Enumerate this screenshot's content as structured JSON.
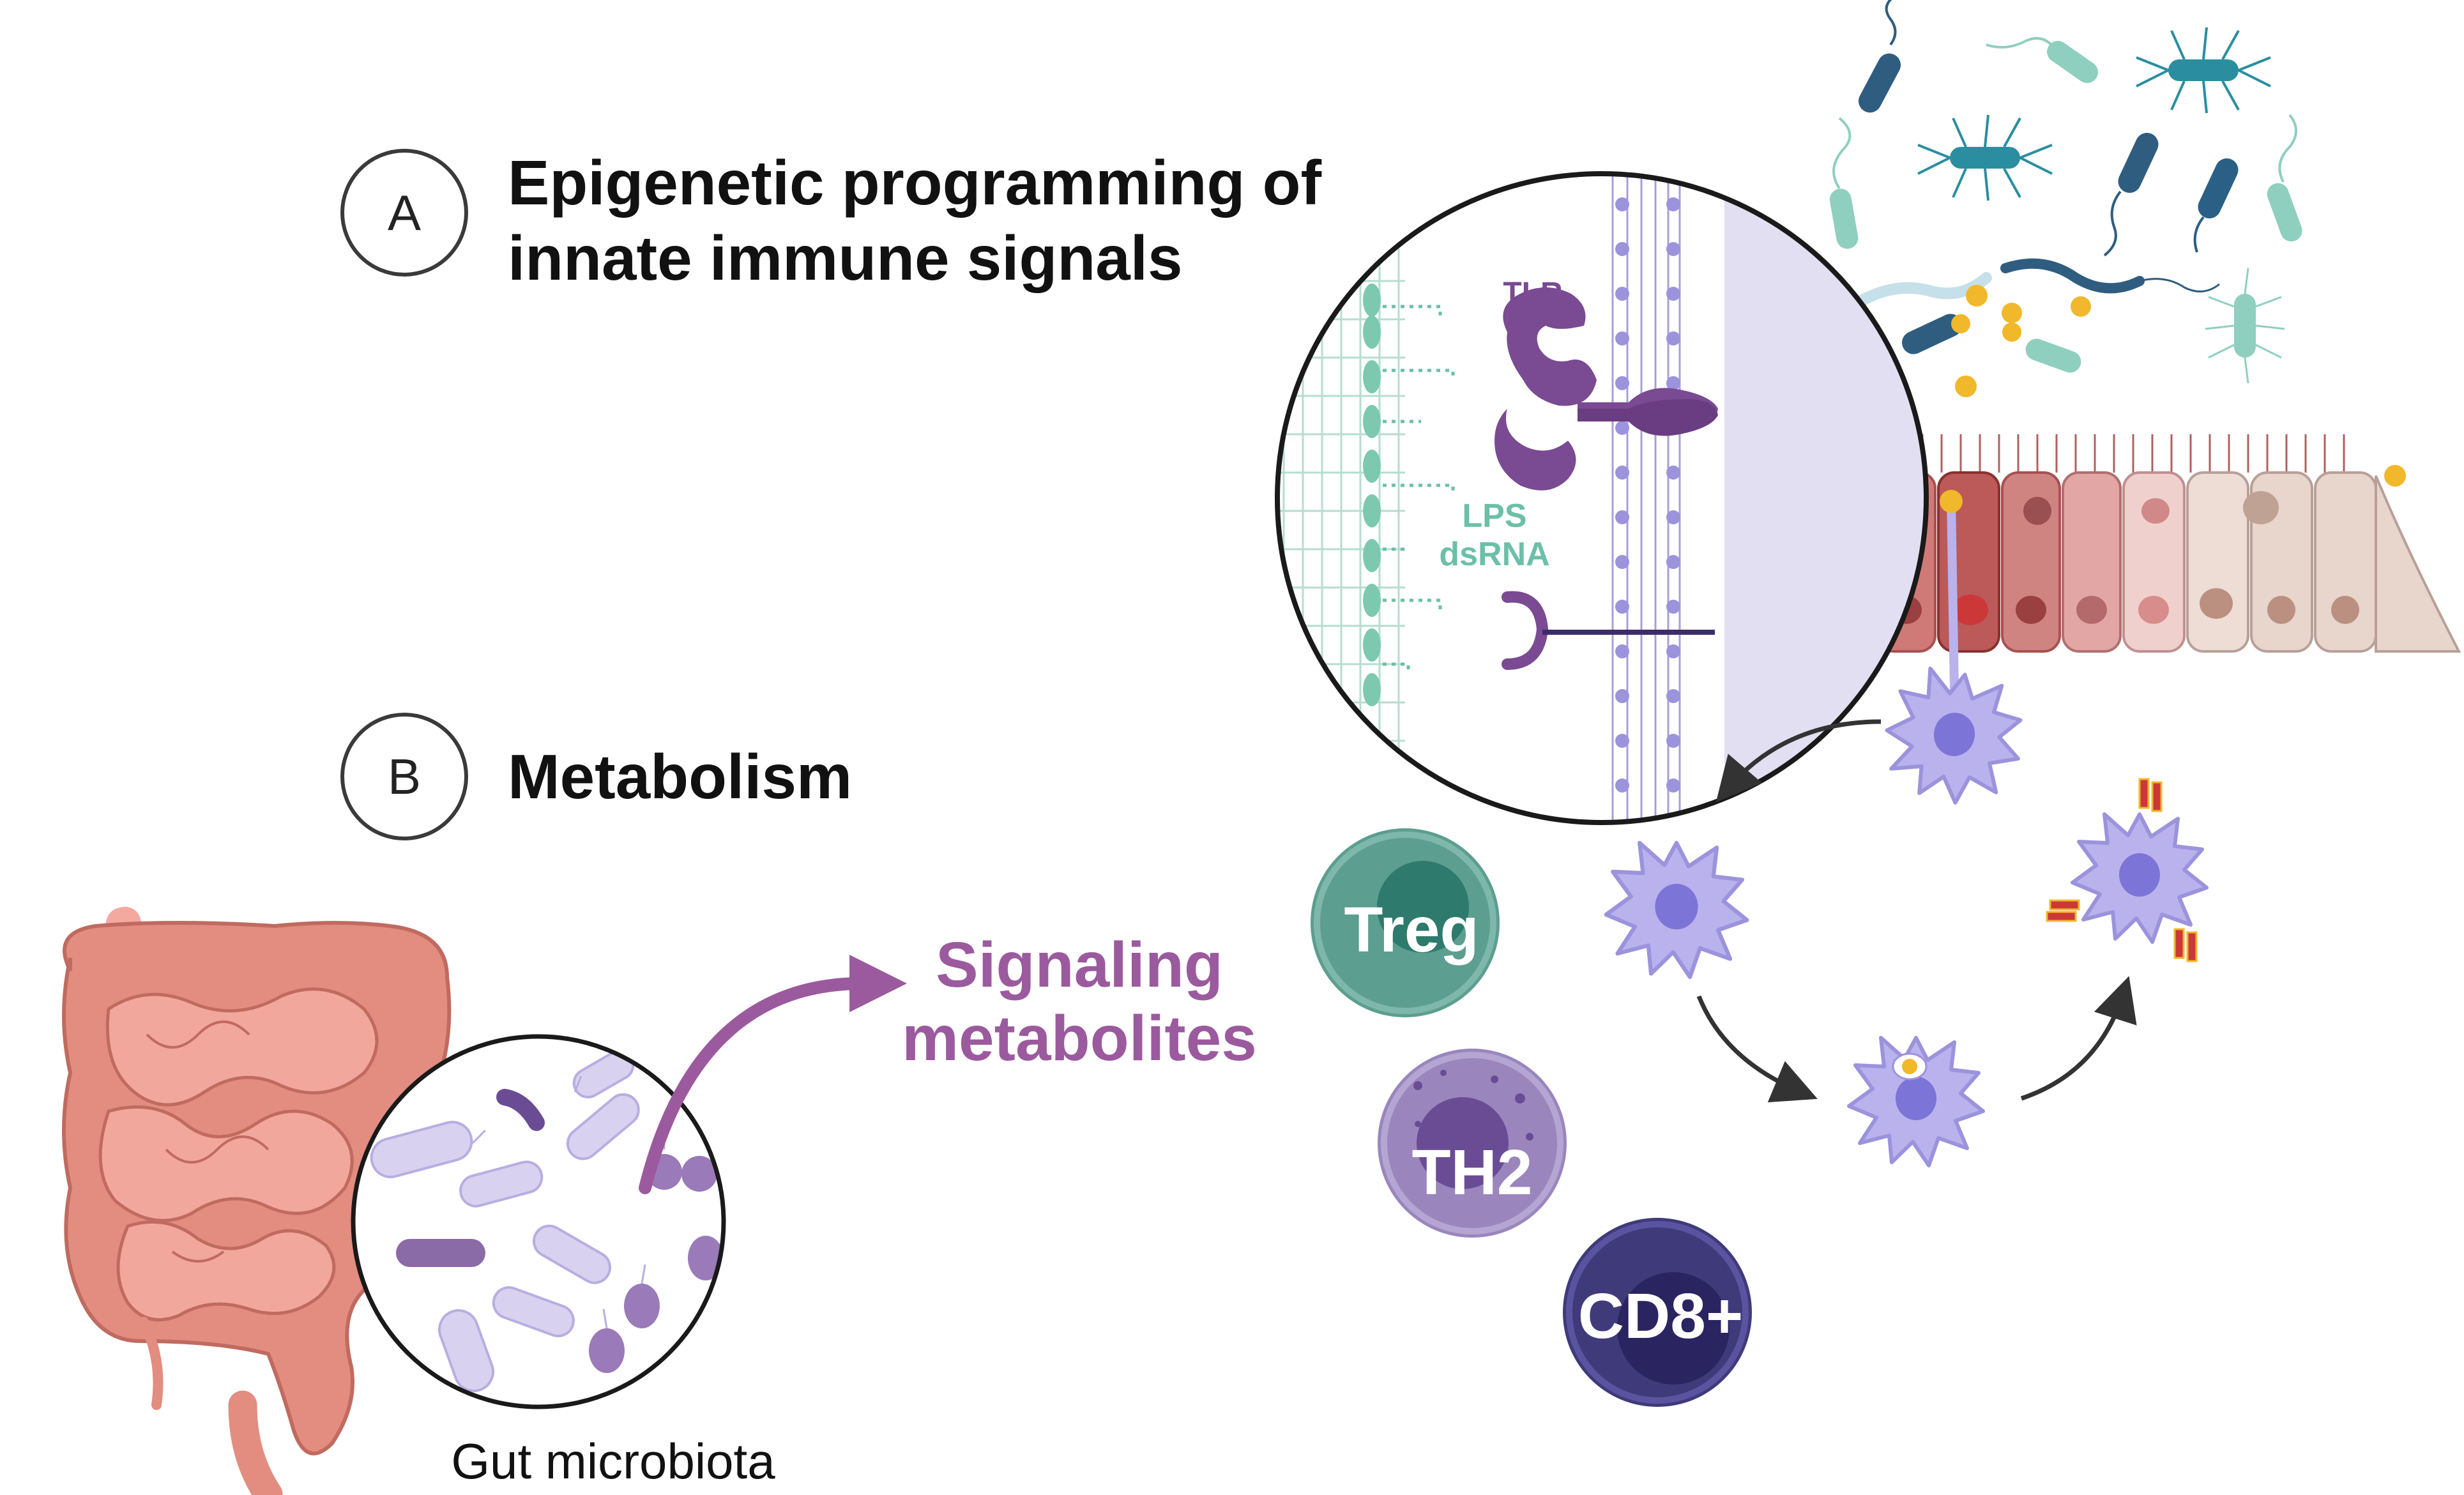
{
  "section_a": {
    "letter": "A",
    "title_line1": "Epigenetic programming of",
    "title_line2": "innate immune signals"
  },
  "section_b": {
    "letter": "B",
    "title": "Metabolism"
  },
  "receptors": {
    "tlr": "TLR",
    "ligand_line1": "LPS",
    "ligand_line2": "dsRNA"
  },
  "metabolites": {
    "line1": "Signaling",
    "line2": "metabolites"
  },
  "gut": {
    "caption": "Gut microbiota"
  },
  "t_cells": [
    {
      "label": "Treg",
      "color": "#5c9e8f"
    },
    {
      "label": "TH2",
      "color": "#9a86bd"
    },
    {
      "label": "CD8+",
      "color": "#3f3a7a"
    }
  ],
  "colors": {
    "purple_text": "#9b5a9e",
    "teal_text": "#6cbfa8",
    "tlr_purple": "#7a4a92",
    "dendritic": "#b9b2ec",
    "intestine": "#e28d80"
  }
}
